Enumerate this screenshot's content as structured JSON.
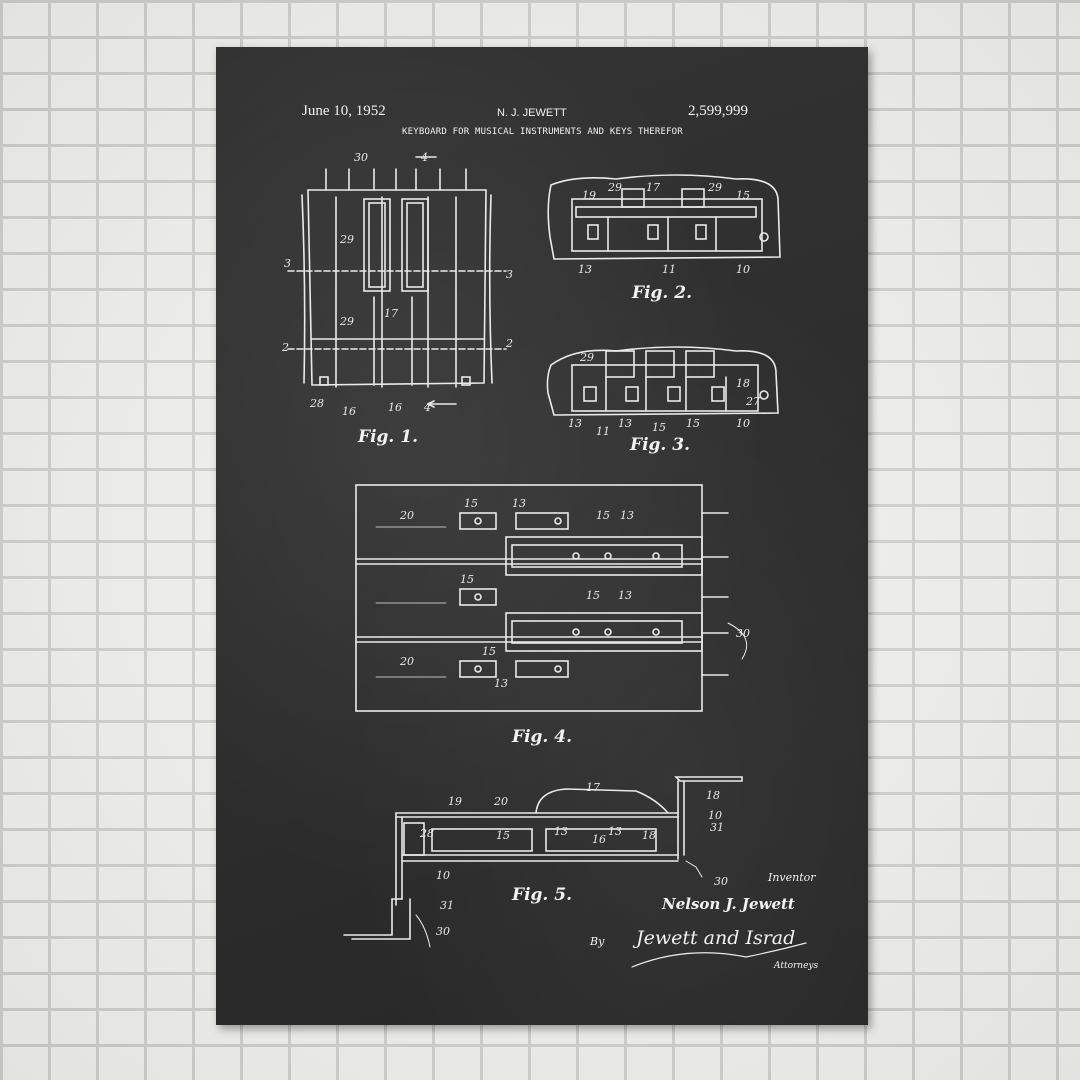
{
  "patent": {
    "date": "June 10, 1952",
    "inventor_header": "N. J. JEWETT",
    "number": "2,599,999",
    "title": "KEYBOARD FOR MUSICAL INSTRUMENTS AND KEYS THEREFOR"
  },
  "figures": {
    "fig1": "Fig. 1.",
    "fig2": "Fig. 2.",
    "fig3": "Fig. 3.",
    "fig4": "Fig. 4.",
    "fig5": "Fig. 5."
  },
  "signature": {
    "inventor_label": "Inventor",
    "inventor_name": "Nelson J. Jewett",
    "by": "By",
    "attorneys_signature": "Jewett and Israd",
    "attorneys_label": "Attorneys"
  },
  "colors": {
    "wall": "#f1f1ef",
    "mortar": "#cfcfcc",
    "chalkboard": "#2b2b2b",
    "chalk": "#f2f2f2"
  }
}
